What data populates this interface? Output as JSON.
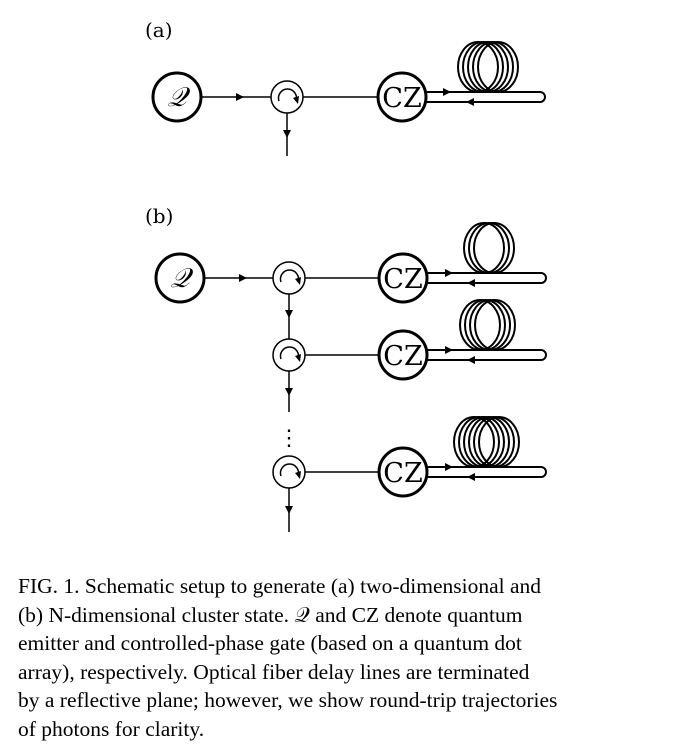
{
  "panels": [
    {
      "label": "(a)",
      "emitter": "𝒬",
      "gate": "CZ"
    },
    {
      "label": "(b)",
      "emitter": "𝒬",
      "gate": "CZ"
    }
  ],
  "ellipsis": "⋮",
  "caption": {
    "lines": [
      "FIG. 1. Schematic setup to generate (a) two-dimensional and",
      "(b) N-dimensional cluster state. 𝒬 and CZ denote quantum",
      "emitter and controlled-phase gate (based on a quantum dot",
      "array), respectively. Optical fiber delay lines are terminated",
      "by a reflective plane; however, we show round-trip trajectories",
      "of photons for clarity."
    ]
  },
  "icons": [
    "circulator-icon",
    "fiber-coil-icon",
    "arrowhead-icon"
  ]
}
